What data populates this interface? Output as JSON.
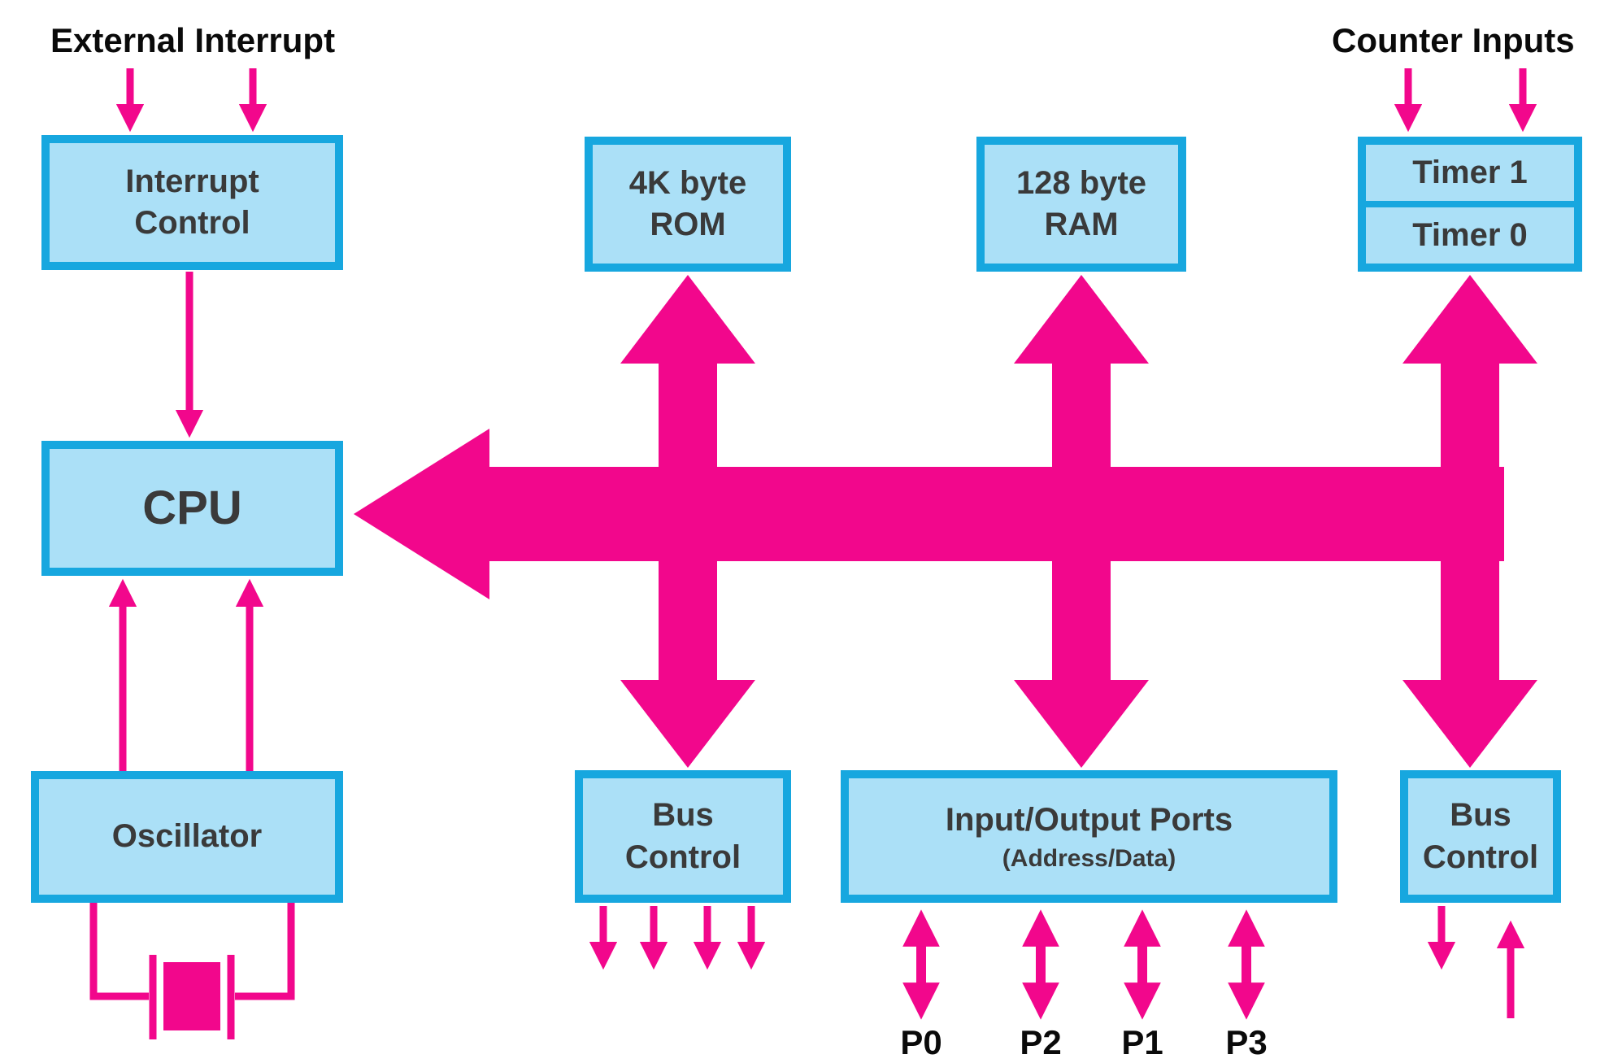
{
  "labels": {
    "external_interrupt": "External Interrupt",
    "counter_inputs": "Counter Inputs"
  },
  "blocks": {
    "interrupt_control": {
      "line1": "Interrupt",
      "line2": "Control"
    },
    "cpu": {
      "label": "CPU"
    },
    "oscillator": {
      "label": "Oscillator"
    },
    "rom": {
      "line1": "4K byte",
      "line2": "ROM"
    },
    "ram": {
      "line1": "128 byte",
      "line2": "RAM"
    },
    "timer1": "Timer 1",
    "timer0": "Timer 0",
    "bus_control_left": {
      "line1": "Bus",
      "line2": "Control"
    },
    "io_ports": {
      "title": "Input/Output Ports",
      "subtitle": "(Address/Data)"
    },
    "bus_control_right": {
      "line1": "Bus",
      "line2": "Control"
    }
  },
  "ports": [
    "P0",
    "P2",
    "P1",
    "P3"
  ],
  "colors": {
    "box_fill": "#ABE0F7",
    "box_border": "#17A7DF",
    "bus": "#F2078C",
    "box_text": "#3A3A3A",
    "label_text": "#0A0A0A"
  }
}
